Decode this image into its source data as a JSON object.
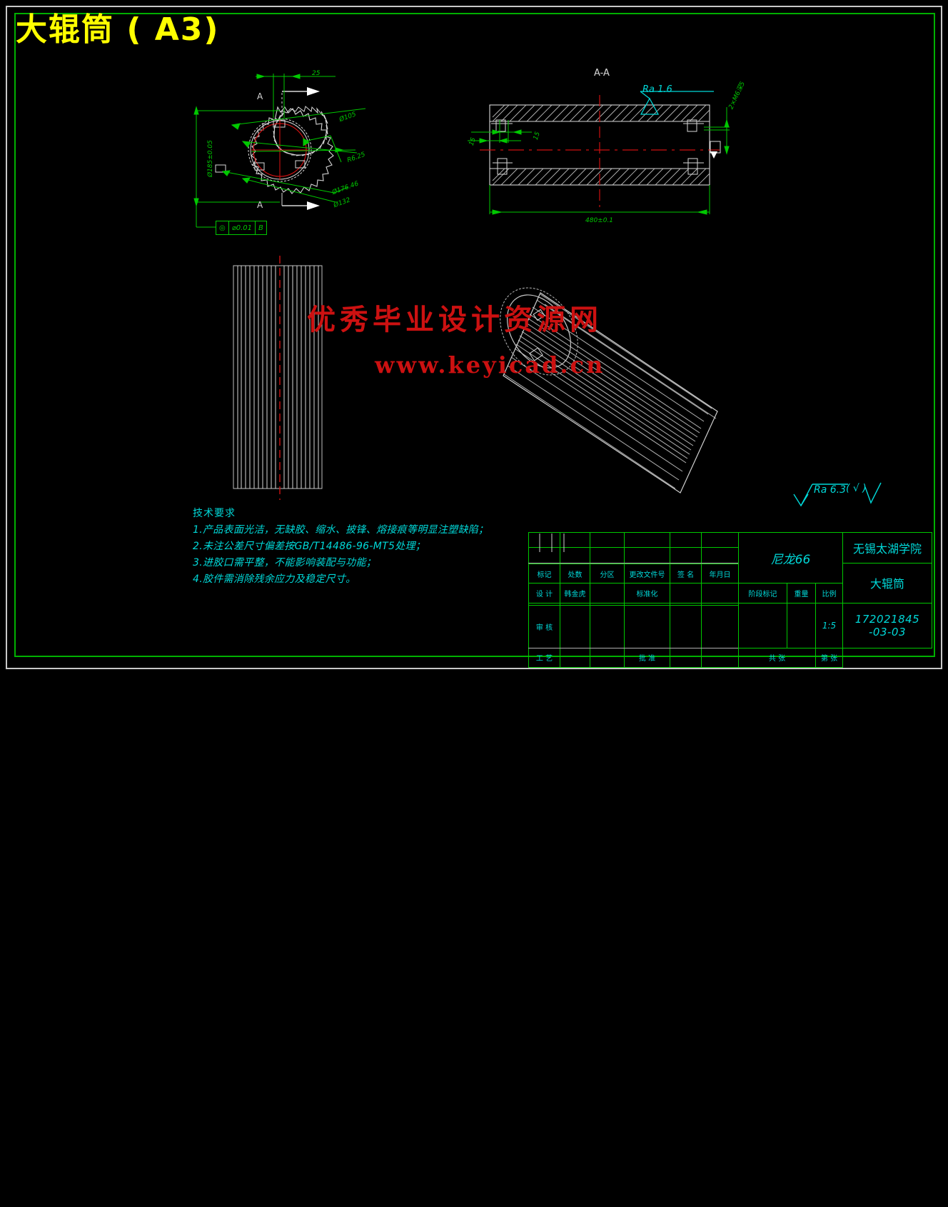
{
  "document": {
    "title": "大辊筒 ( A3)",
    "background": "#000000",
    "frame_color": "#00b000",
    "title_color": "#ffff00"
  },
  "watermark": {
    "line1": "优秀毕业设计资源网",
    "line2": "www.keyicad.cn",
    "color": "#cc1111"
  },
  "views": {
    "front_view_label_top": "A",
    "front_view_label_bottom": "A",
    "section_label": "A-A",
    "section_surface_finish": "Ra  1.6"
  },
  "dimensions": {
    "top_25": "25",
    "outer_dia": "Ø185±0.05",
    "dia_105": "Ø105",
    "radius": "R6.25",
    "pitch_dia": "Ø176.46",
    "bore_dia": "Ø132",
    "length": "480±0.1",
    "sec_left_1": "15",
    "sec_left_2": "15",
    "thread_note": "2×M6深5"
  },
  "geometric_tolerance": {
    "symbol": "◎",
    "value": "⌀0.01",
    "datum": "B"
  },
  "surface_note": {
    "text": "Ra 6.3",
    "suffix": "( √ )"
  },
  "technical_requirements": {
    "heading": "技术要求",
    "items": [
      "1.产品表面光洁，无缺胶、缩水、披锋、熔接痕等明显注塑缺陷；",
      "2.未注公差尺寸偏差按GB/T14486-96-MT5处理；",
      "3.进胶口需平整，不能影响装配与功能；",
      "4.胶件需消除残余应力及稳定尺寸。"
    ]
  },
  "title_block": {
    "revision_headers": [
      "标记",
      "处数",
      "分区",
      "更改文件号",
      "签 名",
      "年月日"
    ],
    "rows": [
      {
        "label": "设 计",
        "name": "韩金虎",
        "mid": "",
        "std": "标准化",
        "c5": "",
        "c6": ""
      },
      {
        "label": "",
        "name": "",
        "mid": "",
        "std": "",
        "c5": "",
        "c6": ""
      },
      {
        "label": "审 核",
        "name": "",
        "mid": "",
        "std": "",
        "c5": "",
        "c6": ""
      },
      {
        "label": "工 艺",
        "name": "",
        "mid": "",
        "std": "批 准",
        "c5": "",
        "c6": ""
      }
    ],
    "material": "尼龙66",
    "stage_mark_label": "阶段标记",
    "weight_label": "重量",
    "scale_label": "比例",
    "scale_value": "1:5",
    "sheet_total_label": "共  张",
    "sheet_no_label": "第  张",
    "institution": "无锡太湖学院",
    "part_name": "大辊筒",
    "drawing_number": "172021845 -03-03"
  }
}
